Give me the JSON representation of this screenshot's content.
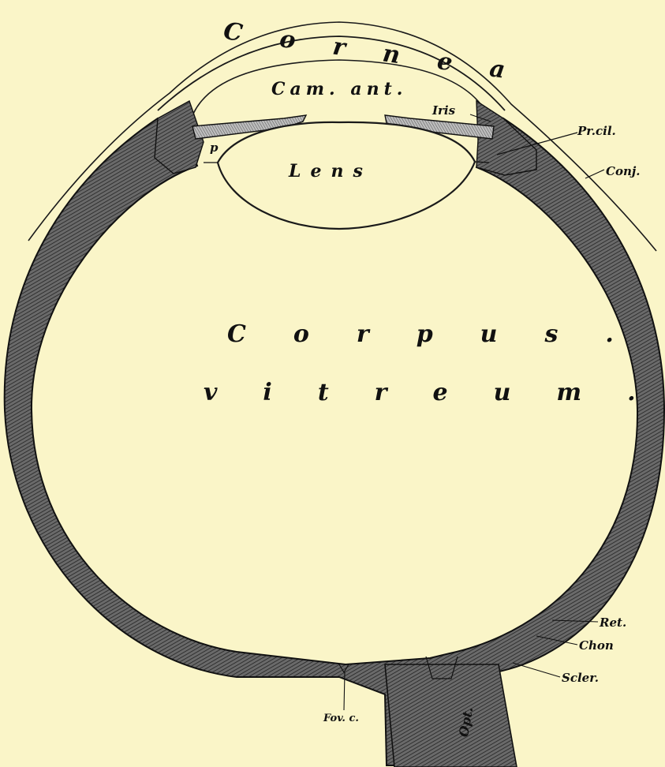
{
  "diagram": {
    "labels": {
      "cornea": "Cornea",
      "cam_ant": "Cam. ant.",
      "iris": "Iris",
      "lens": "Lens",
      "p": "p",
      "pr_cil": "Pr.cil.",
      "conj": "Conj.",
      "corpus": "Corpus.",
      "vitreum": "vitreum.",
      "ret": "Ret.",
      "chon": "Chon",
      "scler": "Scler.",
      "fov_c": "Fov. c.",
      "opt": "Opt."
    },
    "colors": {
      "background": "#faf5c8",
      "ink": "#1a1a1a",
      "wall": "#4a4a4a"
    }
  }
}
